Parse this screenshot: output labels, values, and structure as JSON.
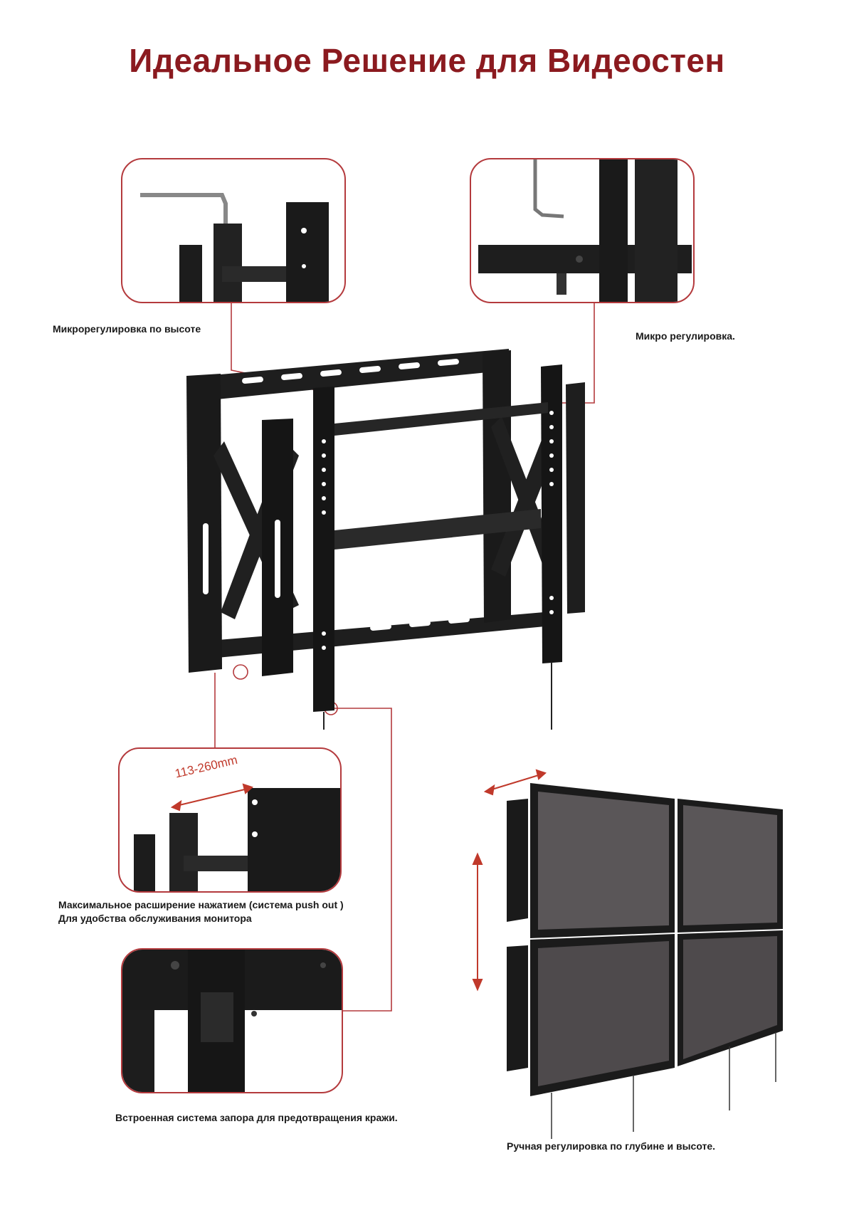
{
  "title": "Идеальное Решение  для Видеостен",
  "captions": {
    "height_micro": "Микрорегулировка по высоте",
    "micro": "Микро регулировка.",
    "push_out_line1": "Максимальное расширение нажатием (система push out )",
    "push_out_line2": "Для удобства обслуживания монитора",
    "lock": "Встроенная система запора для предотвращения кражи.",
    "manual": "Ручная регулировка по глубине и высоте."
  },
  "dimension_label": "113-260mm",
  "colors": {
    "title": "#8b1a1f",
    "callout": "#b43a3d",
    "metal": "#1c1c1c",
    "metal_light": "#3a3a3a"
  },
  "icons": [
    "hex-key-icon",
    "double-arrow-icon"
  ]
}
